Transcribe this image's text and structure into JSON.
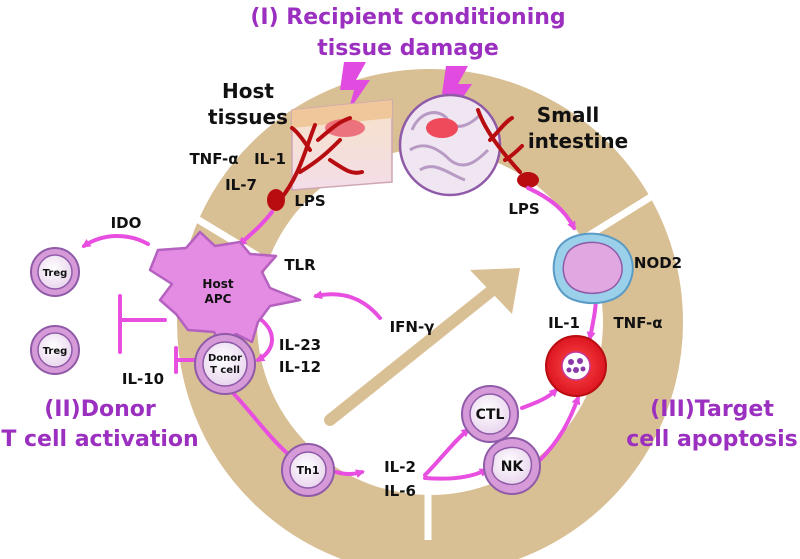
{
  "colors": {
    "ring": "#d8bf94",
    "magenta": "#e84ee0",
    "purple": "#9b2fbf",
    "blood": "#b80d10",
    "cellBody": "#d69ad8",
    "cellRim": "#8f5aa8",
    "macrophage": "#9bd0ea"
  },
  "phases": {
    "phase1_line1": "(I) Recipient conditioning",
    "phase1_line2": "tissue damage",
    "phase2_line1": "(II)Donor",
    "phase2_line2": "T cell activation",
    "phase3_line1": "(III)Target",
    "phase3_line2": "cell apoptosis"
  },
  "tissues": {
    "host_line1": "Host",
    "host_line2": "tissues",
    "intestine_line1": "Small",
    "intestine_line2": "intestine"
  },
  "labels": {
    "tnfa_top": "TNF-α",
    "il1_top": "IL-1",
    "il7": "IL-7",
    "lps_left": "LPS",
    "lps_right": "LPS",
    "ido": "IDO",
    "tlr": "TLR",
    "ifng": "IFN-γ",
    "il23": "IL-23",
    "il12": "IL-12",
    "il10": "IL-10",
    "il2": "IL-2",
    "il6": "IL-6",
    "nod2": "NOD2",
    "il1_right": "IL-1",
    "tnfa_right": "TNF-α"
  },
  "cells": {
    "treg1": "Treg",
    "treg2": "Treg",
    "apc_line1": "Host",
    "apc_line2": "APC",
    "donor_line1": "Donor",
    "donor_line2": "T cell",
    "th1": "Th1",
    "ctl": "CTL",
    "nk": "NK"
  }
}
